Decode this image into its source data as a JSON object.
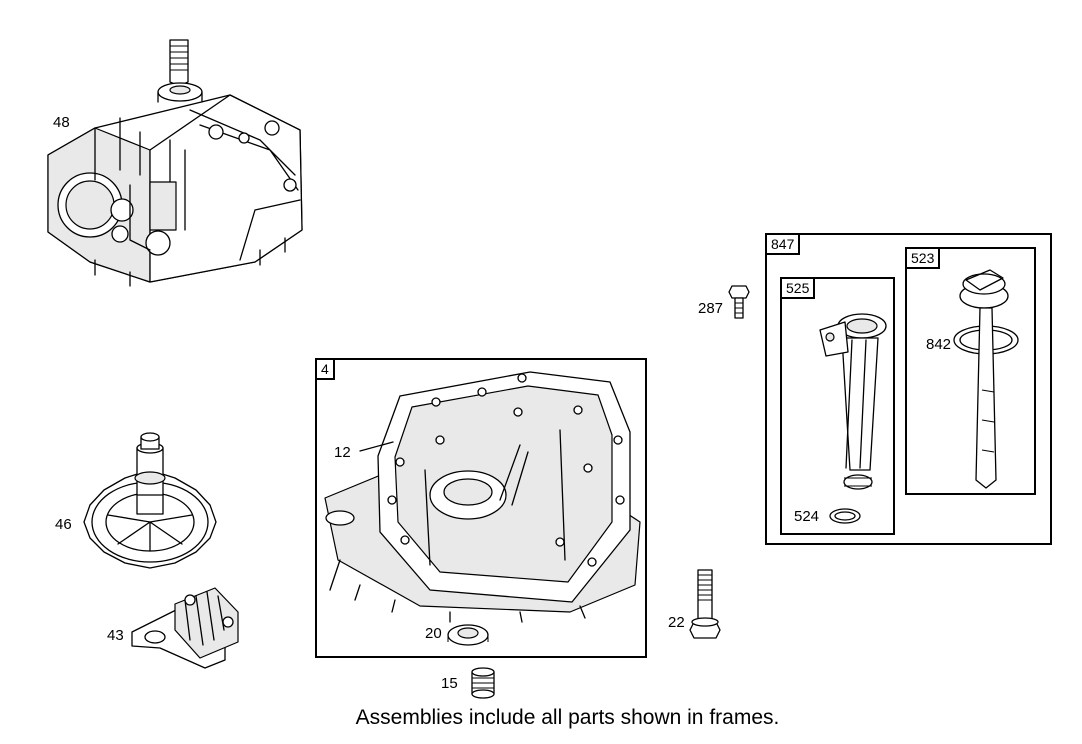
{
  "parts": {
    "p48": "48",
    "p46": "46",
    "p43": "43",
    "p12": "12",
    "p20": "20",
    "p15": "15",
    "p22": "22",
    "p287": "287",
    "p842": "842",
    "p524": "524"
  },
  "frames": {
    "f4": "4",
    "f847": "847",
    "f525": "525",
    "f523": "523"
  },
  "footnote": "Assemblies include all parts shown in frames."
}
